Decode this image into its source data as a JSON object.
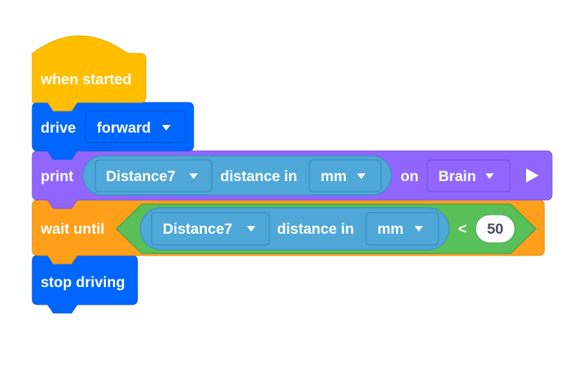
{
  "colors": {
    "events": "#FFBF00",
    "events_stroke": "#E6A800",
    "drivetrain": "#0066FF",
    "drivetrain_stroke": "#0055D4",
    "looks": "#9166FF",
    "looks_stroke": "#7A50E6",
    "control": "#FF9F1A",
    "control_stroke": "#E08A0E",
    "operators": "#59C059",
    "operators_stroke": "#46A646",
    "sensing": "#4FA8D8",
    "sensing_stroke": "#3C8FBF",
    "text_light": "#FFFFFF"
  },
  "blocks": {
    "when_started": {
      "label": "when started"
    },
    "drive": {
      "label": "drive",
      "direction_value": "forward"
    },
    "print": {
      "label": "print",
      "sensor_value": "Distance7",
      "reporter_text": "distance in",
      "unit_value": "mm",
      "on_label": "on",
      "target_value": "Brain"
    },
    "wait_until": {
      "label": "wait until",
      "sensor_value": "Distance7",
      "reporter_text": "distance in",
      "unit_value": "mm",
      "operator": "<",
      "compare_value": "50"
    },
    "stop_driving": {
      "label": "stop driving"
    }
  }
}
